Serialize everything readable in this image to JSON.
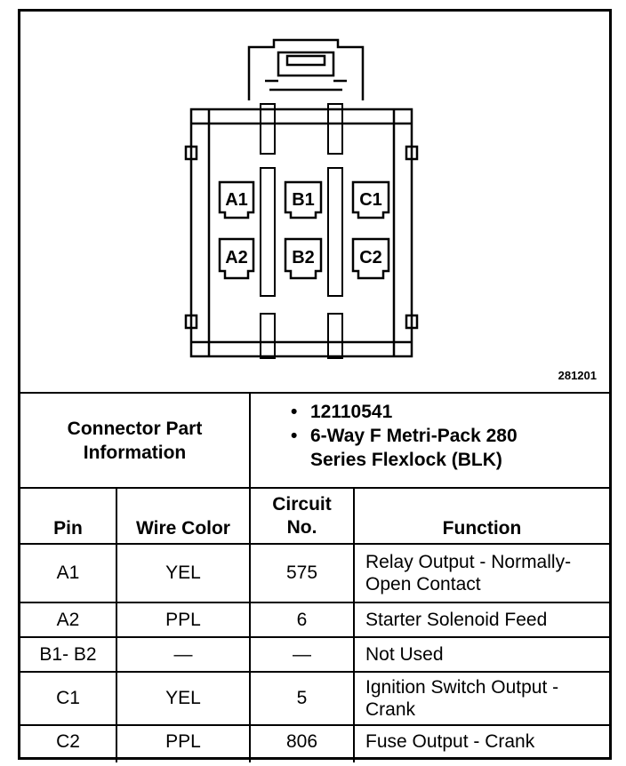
{
  "diagram": {
    "figure_number": "281201",
    "pins": [
      "A1",
      "B1",
      "C1",
      "A2",
      "B2",
      "C2"
    ]
  },
  "connector_info": {
    "label": "Connector Part Information",
    "part_number": "12110541",
    "description": "6-Way F Metri-Pack 280 Series Flexlock (BLK)"
  },
  "table": {
    "headers": {
      "pin": "Pin",
      "wire_color": "Wire Color",
      "circuit_no": "Circuit No.",
      "function": "Function"
    },
    "rows": [
      {
        "pin": "A1",
        "wire_color": "YEL",
        "circuit": "575",
        "function": "Relay Output - Normally-Open Contact"
      },
      {
        "pin": "A2",
        "wire_color": "PPL",
        "circuit": "6",
        "function": "Starter Solenoid Feed"
      },
      {
        "pin": "B1- B2",
        "wire_color": "—",
        "circuit": "—",
        "function": "Not Used"
      },
      {
        "pin": "C1",
        "wire_color": "YEL",
        "circuit": "5",
        "function": "Ignition Switch Output - Crank"
      },
      {
        "pin": "C2",
        "wire_color": "PPL",
        "circuit": "806",
        "function": "Fuse Output - Crank"
      }
    ]
  }
}
